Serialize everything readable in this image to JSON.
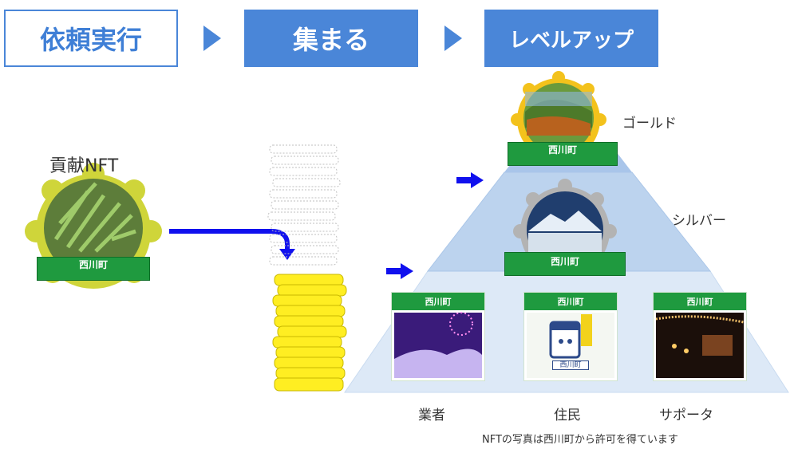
{
  "steps": [
    "依頼実行",
    "集まる",
    "レベルアップ"
  ],
  "contribution_label": "貢献NFT",
  "town_name": "西川町",
  "levels": {
    "gold": "ゴールド",
    "silver": "シルバー"
  },
  "tiers": [
    "業者",
    "住民",
    "サポータ"
  ],
  "resident_sign": "西川町",
  "note": "NFTの写真は西川町から許可を得ています",
  "colors": {
    "step_blue": "#4a86d8",
    "arrow_blue": "#1010ee",
    "badge_green": "#1f9a3f",
    "coin_yellow": "#ffee22",
    "pyramid_light": "#dde9f7",
    "pyramid_mid": "#bcd3ee",
    "gold_rim": "#f3c21c",
    "silver_rim": "#b3b3b3"
  }
}
